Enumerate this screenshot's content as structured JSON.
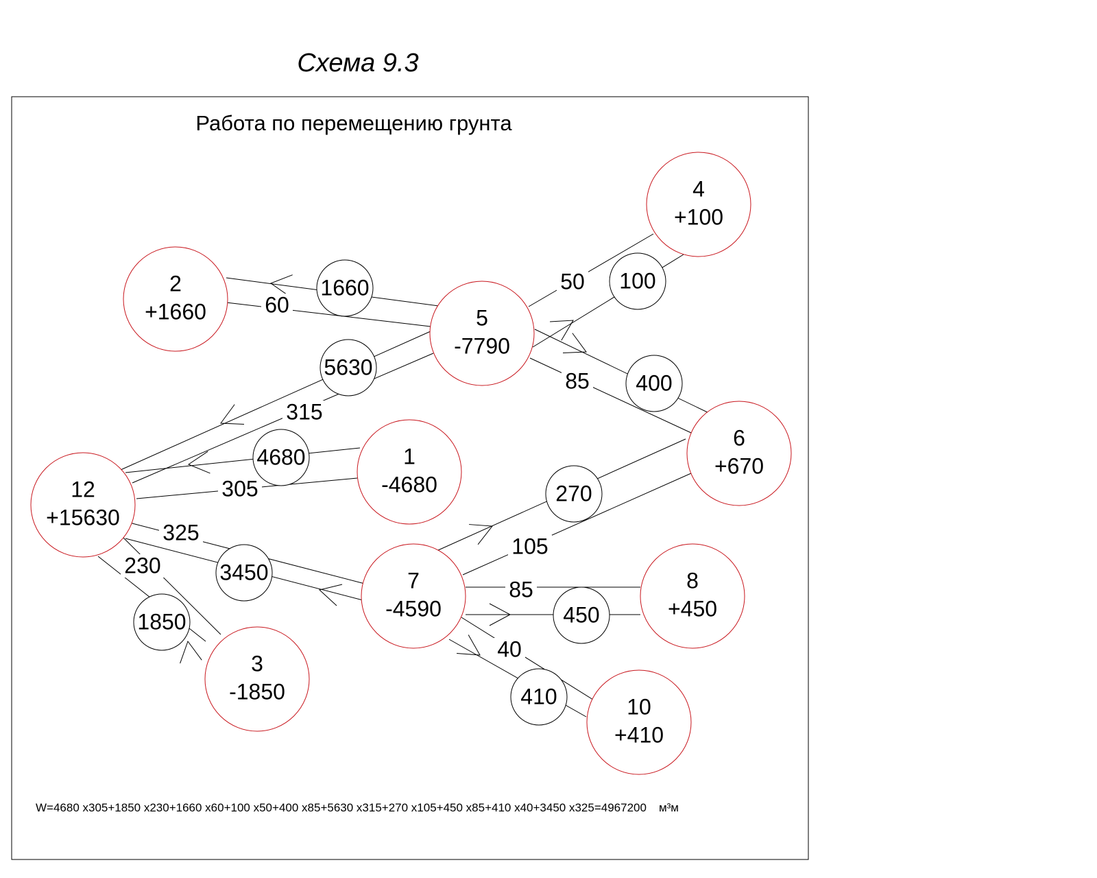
{
  "title": "Схема 9.3",
  "subtitle": "Работа по перемещению грунта",
  "formula": "W=4680 x305+1850 x230+1660 x60+100 x50+400 x85+5630 x315+270 x105+450 x85+410 x40+3450 x325=4967200",
  "formula_unit": "м³м",
  "colors": {
    "node_stroke": "#c8161d",
    "line": "#000000"
  },
  "nodes": [
    {
      "id": "1",
      "value": "-4680"
    },
    {
      "id": "2",
      "value": "+1660"
    },
    {
      "id": "3",
      "value": "-1850"
    },
    {
      "id": "4",
      "value": "+100"
    },
    {
      "id": "5",
      "value": "-7790"
    },
    {
      "id": "6",
      "value": "+670"
    },
    {
      "id": "7",
      "value": "-4590"
    },
    {
      "id": "8",
      "value": "+450"
    },
    {
      "id": "10",
      "value": "+410"
    },
    {
      "id": "12",
      "value": "+15630"
    }
  ],
  "edges": [
    {
      "from": "1",
      "to": "12",
      "volume": "4680",
      "distance": "305"
    },
    {
      "from": "3",
      "to": "12",
      "volume": "1850",
      "distance": "230"
    },
    {
      "from": "5",
      "to": "2",
      "volume": "1660",
      "distance": "60"
    },
    {
      "from": "5",
      "to": "4",
      "volume": "100",
      "distance": "50"
    },
    {
      "from": "5",
      "to": "6",
      "volume": "400",
      "distance": "85"
    },
    {
      "from": "5",
      "to": "12",
      "volume": "5630",
      "distance": "315"
    },
    {
      "from": "7",
      "to": "6",
      "volume": "270",
      "distance": "105"
    },
    {
      "from": "7",
      "to": "8",
      "volume": "450",
      "distance": "85"
    },
    {
      "from": "7",
      "to": "10",
      "volume": "410",
      "distance": "40"
    },
    {
      "from": "7",
      "to": "12",
      "volume": "3450",
      "distance": "325"
    }
  ]
}
